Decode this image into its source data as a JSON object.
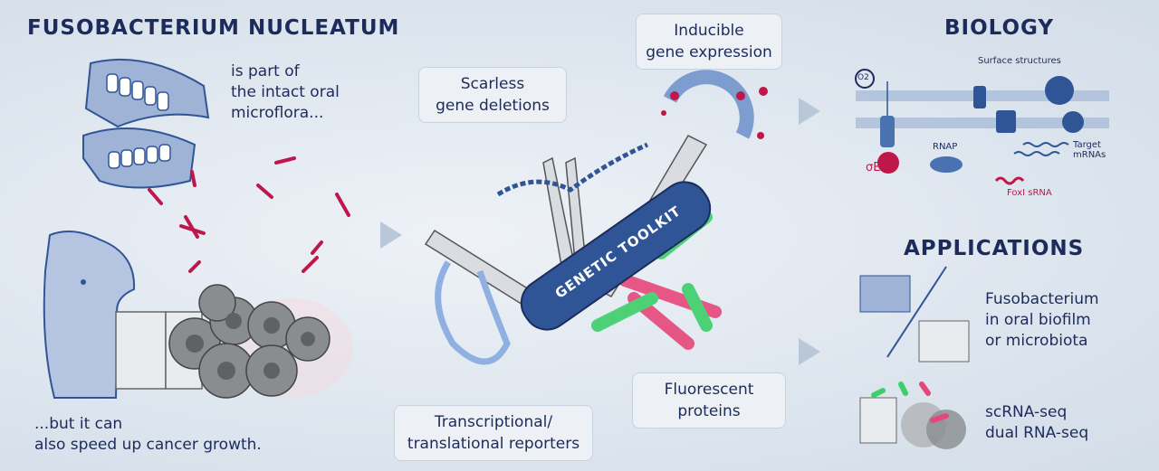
{
  "left": {
    "title": "FUSOBACTERIUM NUCLEATUM",
    "top_text": [
      "is part of",
      "the intact oral",
      "microflora..."
    ],
    "bottom_text": [
      "...but it can",
      "also speed up cancer growth."
    ]
  },
  "center": {
    "toolkit_label": "GENETIC TOOLKIT",
    "boxes": {
      "scarless": [
        "Scarless",
        "gene deletions"
      ],
      "inducible": [
        "Inducible",
        "gene expression"
      ],
      "reporters": [
        "Transcriptional/",
        "translational reporters"
      ],
      "fluorescent": [
        "Fluorescent",
        "proteins"
      ]
    }
  },
  "biology": {
    "title": "BIOLOGY",
    "surface": "Surface structures",
    "o2": "O2",
    "sigma": "σE",
    "rnap": "RNAP",
    "target": [
      "Target",
      "mRNAs"
    ],
    "srna": "FoxI sRNA"
  },
  "applications": {
    "title": "APPLICATIONS",
    "items": [
      [
        "Fusobacterium",
        "in oral biofilm",
        "or microbiota"
      ],
      [
        "scRNA-seq",
        "dual RNA-seq"
      ]
    ]
  },
  "colors": {
    "navy": "#1d2b5c",
    "blue": "#2f5597",
    "magenta": "#c0174a",
    "green": "#3ccf6a"
  }
}
